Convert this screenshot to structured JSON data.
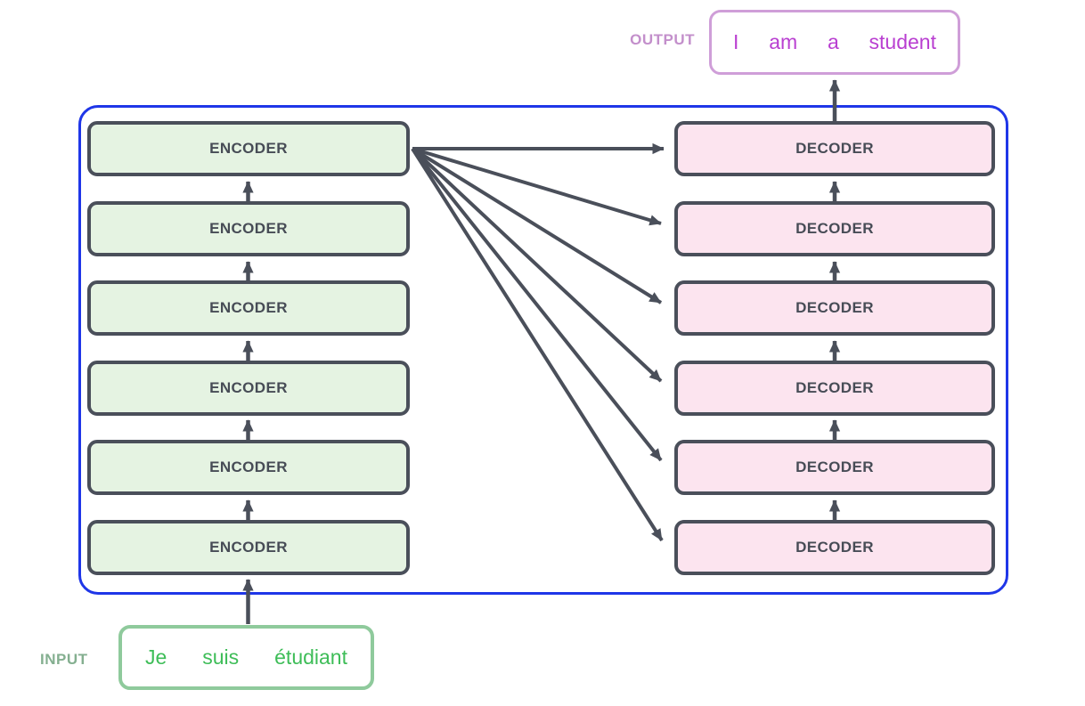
{
  "io": {
    "output_label": "OUTPUT",
    "input_label": "INPUT",
    "output_words": [
      "I",
      "am",
      "a",
      "student"
    ],
    "input_words": [
      "Je",
      "suis",
      "étudiant"
    ]
  },
  "stacks": {
    "encoders": [
      {
        "label": "ENCODER"
      },
      {
        "label": "ENCODER"
      },
      {
        "label": "ENCODER"
      },
      {
        "label": "ENCODER"
      },
      {
        "label": "ENCODER"
      },
      {
        "label": "ENCODER"
      }
    ],
    "decoders": [
      {
        "label": "DECODER"
      },
      {
        "label": "DECODER"
      },
      {
        "label": "DECODER"
      },
      {
        "label": "DECODER"
      },
      {
        "label": "DECODER"
      },
      {
        "label": "DECODER"
      }
    ]
  },
  "colors": {
    "container_border": "#1f36e8",
    "block_border": "#4a4f5a",
    "block_text": "#474c56",
    "encoder_fill": "#e5f3e2",
    "decoder_fill": "#fce4ef",
    "arrow": "#4a4f5a",
    "input_text": "#3ebd58",
    "input_border": "#8fca9c",
    "input_label_text": "#84af90",
    "output_text": "#b93fd1",
    "output_border": "#cf9ed8",
    "output_label_text": "#c38fcb"
  }
}
